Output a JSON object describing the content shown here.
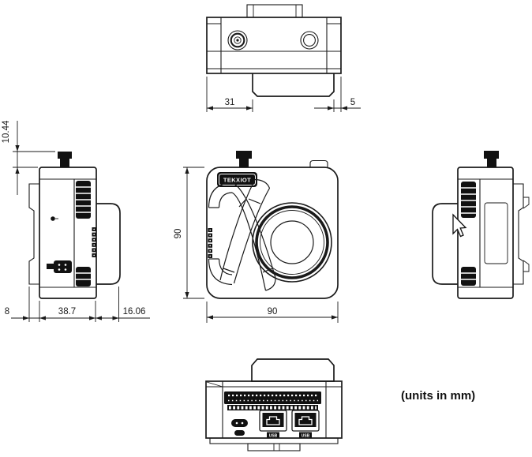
{
  "page": {
    "units_note": "(units in mm)",
    "brand_logo_text": "TEKXIOT"
  },
  "dimensions": {
    "top_view": {
      "lens_left_offset": "31",
      "lens_right_offset": "5"
    },
    "left_view": {
      "antenna_height": "10.44",
      "din_clip_depth": "8",
      "body_depth": "38.7",
      "lens_depth": "16.06"
    },
    "front_view": {
      "height": "90",
      "width": "90"
    }
  },
  "bottom_view": {
    "port_labels": [
      "USB",
      "USB"
    ]
  },
  "colors": {
    "line": "#1a1a1a",
    "solid_fill": "#111111",
    "background": "#ffffff"
  }
}
